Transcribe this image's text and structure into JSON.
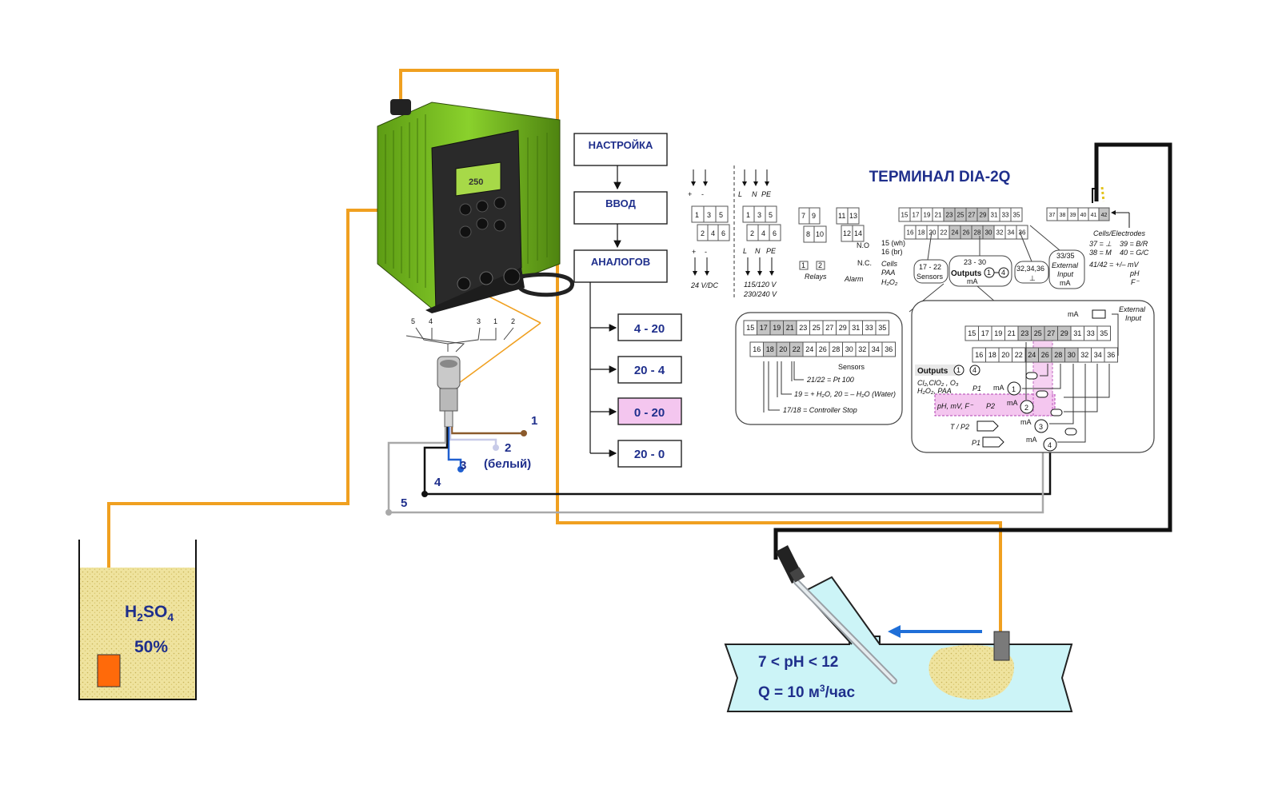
{
  "menu": {
    "steps": [
      "НАСТРОЙКА",
      "ВВОД",
      "АНАЛОГОВ"
    ],
    "ranges": [
      {
        "label": "4 - 20",
        "selected": false
      },
      {
        "label": "20 - 4",
        "selected": false
      },
      {
        "label": "0 - 20",
        "selected": true
      },
      {
        "label": "20 - 0",
        "selected": false
      }
    ]
  },
  "terminal": {
    "title": "ТЕРМИНАЛ DIA-2Q",
    "power_dc": {
      "signs": [
        "+",
        "-",
        "+",
        "-"
      ],
      "top": [
        "1",
        "3",
        "5"
      ],
      "bottom": [
        "2",
        "4",
        "6"
      ],
      "label": "24 V/DC"
    },
    "power_ac": {
      "top_labels": [
        "L",
        "N",
        "PE"
      ],
      "bottom_labels": [
        "L",
        "N",
        "PE"
      ],
      "top": [
        "1",
        "3",
        "5"
      ],
      "bottom": [
        "2",
        "4",
        "6"
      ],
      "label_1": "115/120 V",
      "label_2": "230/240 V"
    },
    "relays": {
      "top": [
        "7",
        "9"
      ],
      "bottom": [
        "8",
        "10"
      ],
      "nums": [
        "1",
        "2"
      ],
      "label": "Relays"
    },
    "alarm": {
      "top": [
        "11",
        "13"
      ],
      "bottom": [
        "12",
        "14"
      ],
      "nc_small": "N.O",
      "nc": "N.C.",
      "label": "Alarm"
    },
    "strip_top": [
      "15",
      "17",
      "19",
      "21",
      "23",
      "25",
      "27",
      "29",
      "31",
      "33",
      "35"
    ],
    "strip_bottom": [
      "16",
      "18",
      "20",
      "22",
      "24",
      "26",
      "28",
      "30",
      "32",
      "34",
      "36"
    ],
    "cells_note": [
      "15 (wh)",
      "16 (br)",
      "Cells",
      "PAA",
      "H₂O₂"
    ],
    "bubbles": {
      "sensors": [
        "17 - 22",
        "Sensors"
      ],
      "outputs": [
        "23 - 30",
        "Outputs",
        "mA"
      ],
      "ground": [
        "32,34,36",
        "⊥"
      ],
      "external": [
        "33/35",
        "External",
        "Input",
        "mA"
      ]
    },
    "electrodes": {
      "terminals": [
        "37",
        "38",
        "39",
        "40",
        "41",
        "42"
      ],
      "title": "Cells/Electrodes",
      "lines": [
        "37 = ⊥",
        "39 = B/R",
        "38 = M",
        "40 = G/C",
        "41/42 = +/– mV",
        "pH",
        "F⁻"
      ]
    },
    "sensors_detail": {
      "label": "Sensors",
      "notes": [
        "21/22 = Pt 100",
        "19 = + H₂O,  20 = – H₂O (Water)",
        "17/18 = Controller Stop"
      ]
    },
    "outputs_detail": {
      "ext_label": [
        "External",
        "Input"
      ],
      "ma": "mA",
      "outputs": "Outputs",
      "circle_nums": [
        "1",
        "4"
      ],
      "chem_1": "Cl₂,ClO₂ , O₃",
      "chem_2": "H₂O₂, PAA",
      "p1": "P1",
      "p2_note": "pH, mV, F⁻",
      "p2": "P2",
      "tp2": "T /  P2",
      "p1b": "P1",
      "rows": [
        "1",
        "2",
        "3",
        "4"
      ]
    }
  },
  "wires": {
    "numbers": [
      "1",
      "2",
      "(белый)",
      "3",
      "4",
      "5"
    ],
    "connector_pins": [
      "5",
      "4",
      "3",
      "1",
      "2"
    ]
  },
  "tank": {
    "formula": "H",
    "sub1": "2",
    "mid": "SO",
    "sub2": "4",
    "concentration": "50%"
  },
  "pipe": {
    "ph": "7 < pH < 12",
    "flow_pre": "Q = 10 м",
    "flow_sup": "3",
    "flow_post": "/час"
  },
  "colors": {
    "hose": "#f0a020",
    "pump_green": "#7cc424",
    "pump_dark": "#2a2a2a",
    "screen": "#a7d948",
    "liquid": "#efe39e",
    "pipe_water": "#ccf4f7",
    "highlight": "#f4c6ef",
    "text_blue": "#1f2f8c",
    "arrow_blue": "#1f6fd8",
    "cable_black": "#111111",
    "cable_grey": "#a9a9a9"
  }
}
